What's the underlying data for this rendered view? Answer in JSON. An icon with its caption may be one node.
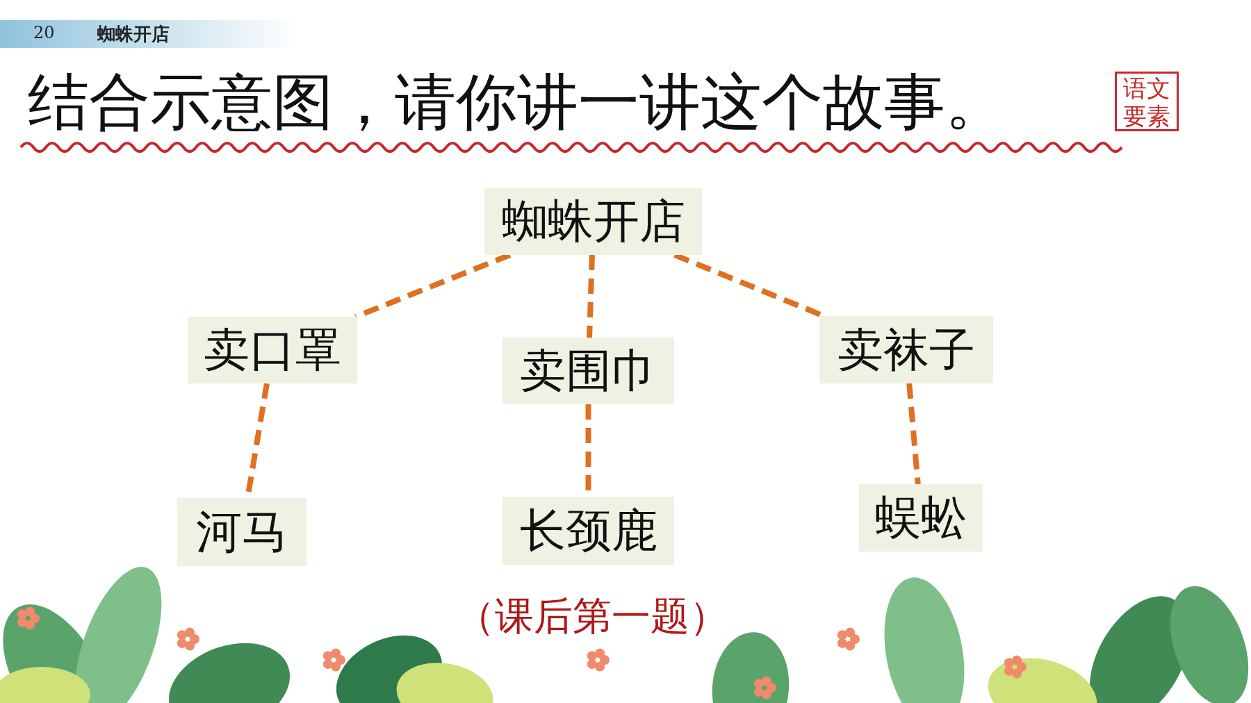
{
  "diagram": {
    "title": "结合示意图，请你讲一讲这个故事。",
    "caption": "（课后第一题）",
    "nodes": [
      {
        "text": [
          "蜘蛛开店"
        ]
      },
      {
        "text": [
          "卖口罩"
        ]
      },
      {
        "text": [
          "卖围巾"
        ]
      },
      {
        "text": [
          "卖袜子"
        ]
      },
      {
        "text": [
          "河马"
        ]
      },
      {
        "text": [
          "长颈鹿"
        ]
      },
      {
        "text": [
          "蜈蚣"
        ]
      }
    ],
    "edges": [
      {
        "from": 0,
        "to": 1,
        "arrow": "none",
        "style": "dashed"
      },
      {
        "from": 0,
        "to": 2,
        "arrow": "none",
        "style": "dashed"
      },
      {
        "from": 0,
        "to": 3,
        "arrow": "none",
        "style": "dashed"
      },
      {
        "from": 1,
        "to": 4,
        "arrow": "none",
        "style": "dashed"
      },
      {
        "from": 2,
        "to": 5,
        "arrow": "none",
        "style": "dashed"
      },
      {
        "from": 3,
        "to": 6,
        "arrow": "none",
        "style": "dashed"
      }
    ],
    "labels": [
      "20",
      "蜘蛛开店",
      "语文要素"
    ]
  }
}
